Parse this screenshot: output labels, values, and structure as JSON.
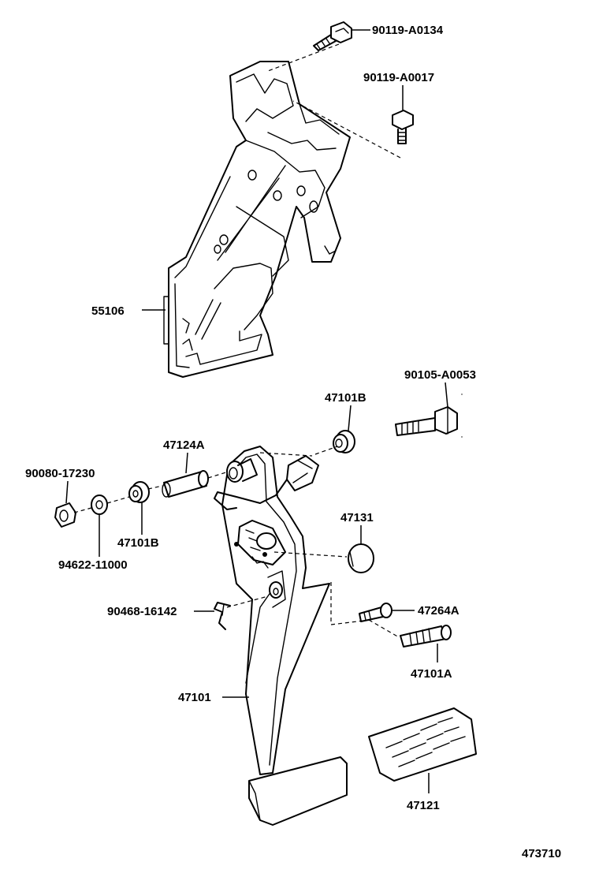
{
  "diagram_id": "473710",
  "parts": [
    {
      "key": "bolt_top",
      "number": "90119-A0134"
    },
    {
      "key": "bolt_small",
      "number": "90119-A0017"
    },
    {
      "key": "bracket",
      "number": "55106"
    },
    {
      "key": "bushing_right",
      "number": "47101B"
    },
    {
      "key": "bolt_pivot",
      "number": "90105-A0053"
    },
    {
      "key": "collar",
      "number": "47124A"
    },
    {
      "key": "nut",
      "number": "90080-17230"
    },
    {
      "key": "bushing_left",
      "number": "47101B"
    },
    {
      "key": "washer",
      "number": "94622-11000"
    },
    {
      "key": "stopper_cushion",
      "number": "47131"
    },
    {
      "key": "clip",
      "number": "90468-16142"
    },
    {
      "key": "pin",
      "number": "47264A"
    },
    {
      "key": "bushing_lower",
      "number": "47101A"
    },
    {
      "key": "pedal_arm",
      "number": "47101"
    },
    {
      "key": "pedal_pad",
      "number": "47121"
    }
  ]
}
